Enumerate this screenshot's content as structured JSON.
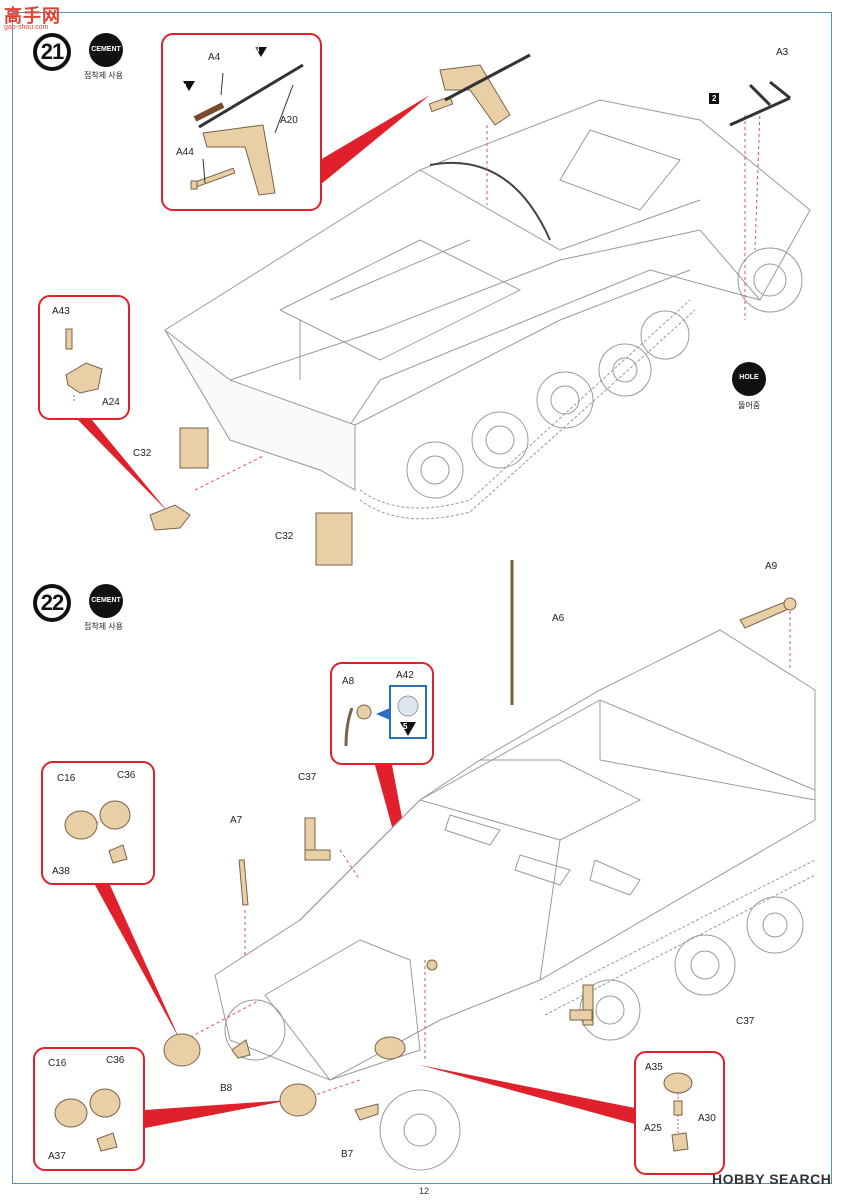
{
  "watermark": {
    "logo": "高手网",
    "site": "gao-shou.com"
  },
  "step21": {
    "number": "21",
    "cement_badge": "CEMENT",
    "cement_sub": "접착제 사용",
    "hole_badge": "HOLE",
    "hole_sub": "뚫어줌",
    "callout_mg": {
      "labels": {
        "a4": "A4",
        "a20": "A20",
        "a44": "A44"
      },
      "markers": [
        "1",
        "3"
      ]
    },
    "callout_tow": {
      "labels": {
        "a43": "A43",
        "a24": "A24"
      }
    },
    "labels": {
      "a3": "A3",
      "c32_left": "C32",
      "c32_bottom": "C32"
    },
    "marker_2": "2"
  },
  "step22": {
    "number": "22",
    "cement_badge": "CEMENT",
    "cement_sub": "접착제 사용",
    "callout_mirror": {
      "labels": {
        "a8": "A8",
        "a42": "A42"
      },
      "marker_5": "5"
    },
    "callout_light_top": {
      "labels": {
        "c16": "C16",
        "c36": "C36",
        "a38": "A38"
      }
    },
    "callout_light_bottom": {
      "labels": {
        "c16": "C16",
        "c36": "C36",
        "a37": "A37"
      }
    },
    "callout_horn": {
      "labels": {
        "a35": "A35",
        "a30": "A30",
        "a25": "A25"
      }
    },
    "labels": {
      "a6": "A6",
      "a9": "A9",
      "c37_top": "C37",
      "c37_right": "C37",
      "a7": "A7",
      "b8": "B8",
      "b7": "B7"
    }
  },
  "footer": {
    "page": "12",
    "brand": "HOBBY SEARCH"
  }
}
